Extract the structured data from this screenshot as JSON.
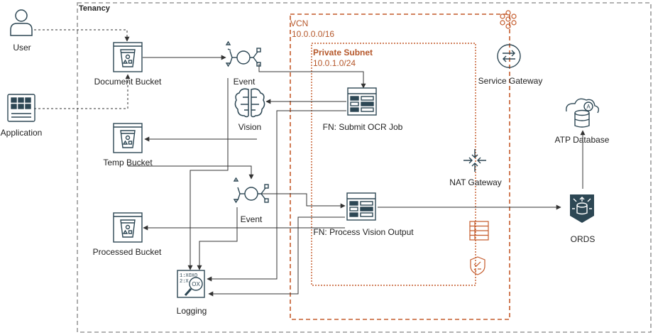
{
  "colors": {
    "icon": "#2d4754",
    "accent": "#c45a2a",
    "dashed_gray": "#9a9a9a",
    "line": "#333333"
  },
  "containers": {
    "tenancy": {
      "title": "Tenancy"
    },
    "vcn": {
      "title": "VCN",
      "cidr": "10.0.0.0/16"
    },
    "private_subnet": {
      "title": "Private Subnet",
      "cidr": "10.0.1.0/24"
    }
  },
  "nodes": {
    "user": {
      "label": "User",
      "icon": "user-icon"
    },
    "application": {
      "label": "Application",
      "icon": "application-icon"
    },
    "document_bucket": {
      "label": "Document Bucket",
      "icon": "bucket-icon"
    },
    "temp_bucket": {
      "label": "Temp Bucket",
      "icon": "bucket-icon"
    },
    "processed_bucket": {
      "label": "Processed Bucket",
      "icon": "bucket-icon"
    },
    "event_1": {
      "label": "Event",
      "icon": "event-icon"
    },
    "event_2": {
      "label": "Event",
      "icon": "event-icon"
    },
    "vision": {
      "label": "Vision",
      "icon": "vision-brain-icon"
    },
    "fn_submit": {
      "label": "FN: Submit OCR Job",
      "icon": "function-icon"
    },
    "fn_process": {
      "label": "FN: Process Vision Output",
      "icon": "function-icon"
    },
    "service_gateway": {
      "label": "Service Gateway",
      "icon": "service-gateway-icon"
    },
    "nat_gateway": {
      "label": "NAT Gateway",
      "icon": "nat-gateway-icon"
    },
    "atp_database": {
      "label": "ATP Database",
      "icon": "atp-database-icon"
    },
    "ords": {
      "label": "ORDS",
      "icon": "ords-icon"
    },
    "logging": {
      "label": "Logging",
      "icon": "logging-icon"
    },
    "security_list": {
      "icon": "security-list-icon"
    },
    "nsg": {
      "icon": "network-security-group-icon"
    },
    "vcn_badge": {
      "icon": "vcn-icon"
    }
  }
}
